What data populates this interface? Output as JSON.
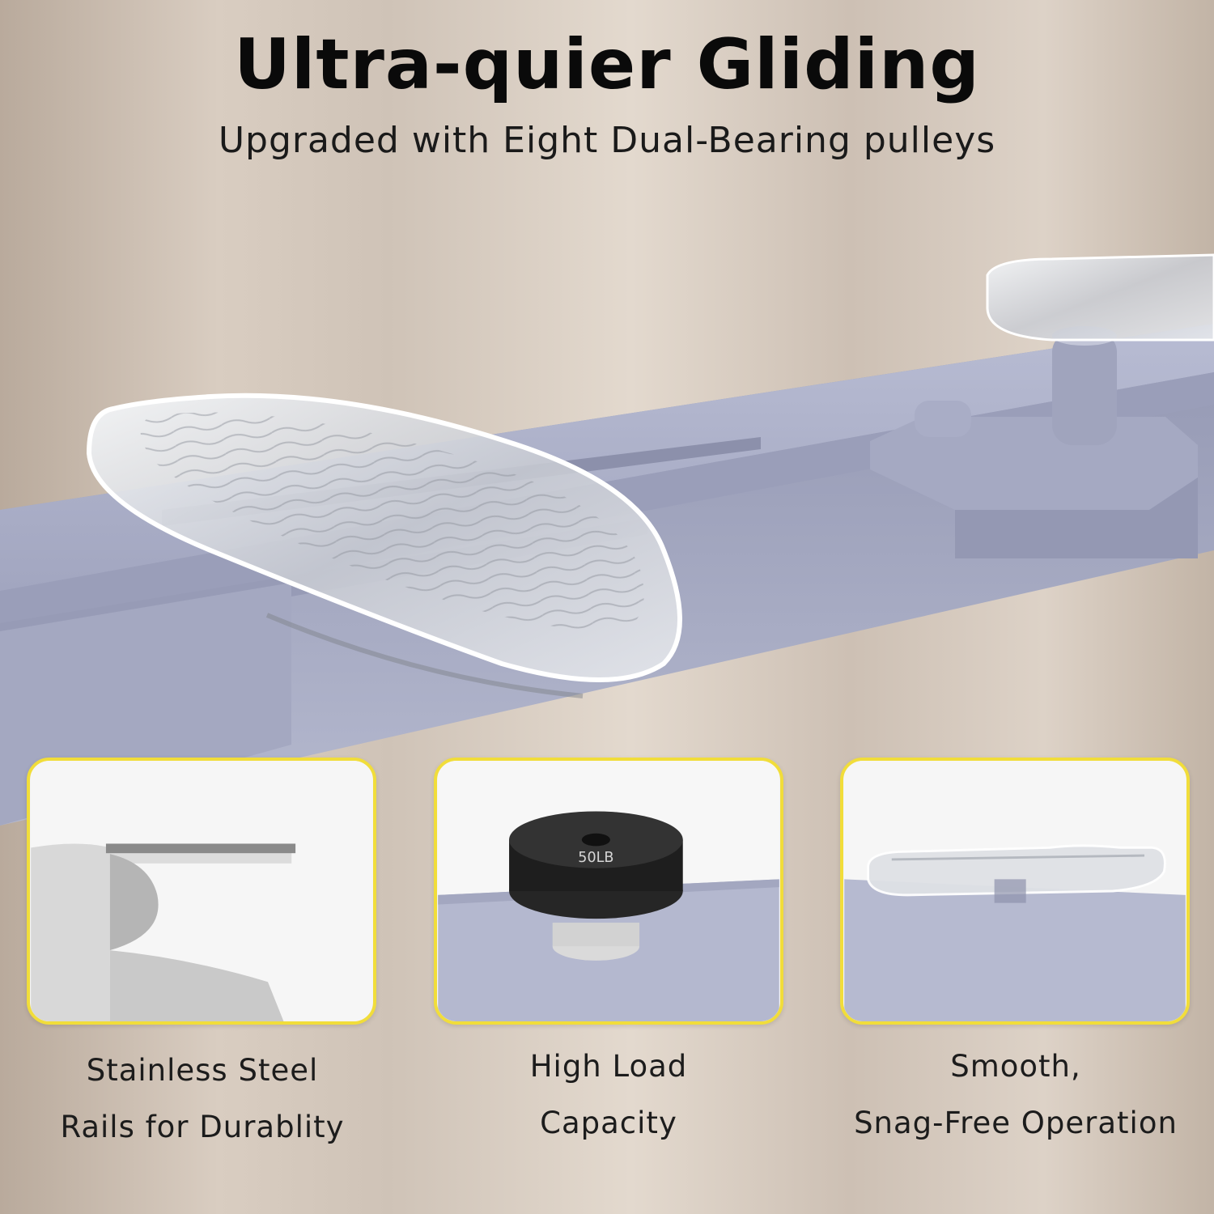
{
  "header": {
    "title": "Ultra-quier Gliding",
    "subtitle": "Upgraded with Eight Dual-Bearing pulleys"
  },
  "features": [
    {
      "line1": "Stainless Steel",
      "line2": "Rails for Durablity"
    },
    {
      "line1": "High Load",
      "line2": "Capacity"
    },
    {
      "line1": "Smooth,",
      "line2": "Snag-Free Operation"
    }
  ],
  "plate_label": "50LB",
  "colors": {
    "card_border": "#f1dd3a",
    "rail": "#a9adc6",
    "text": "#0a0a0a"
  }
}
